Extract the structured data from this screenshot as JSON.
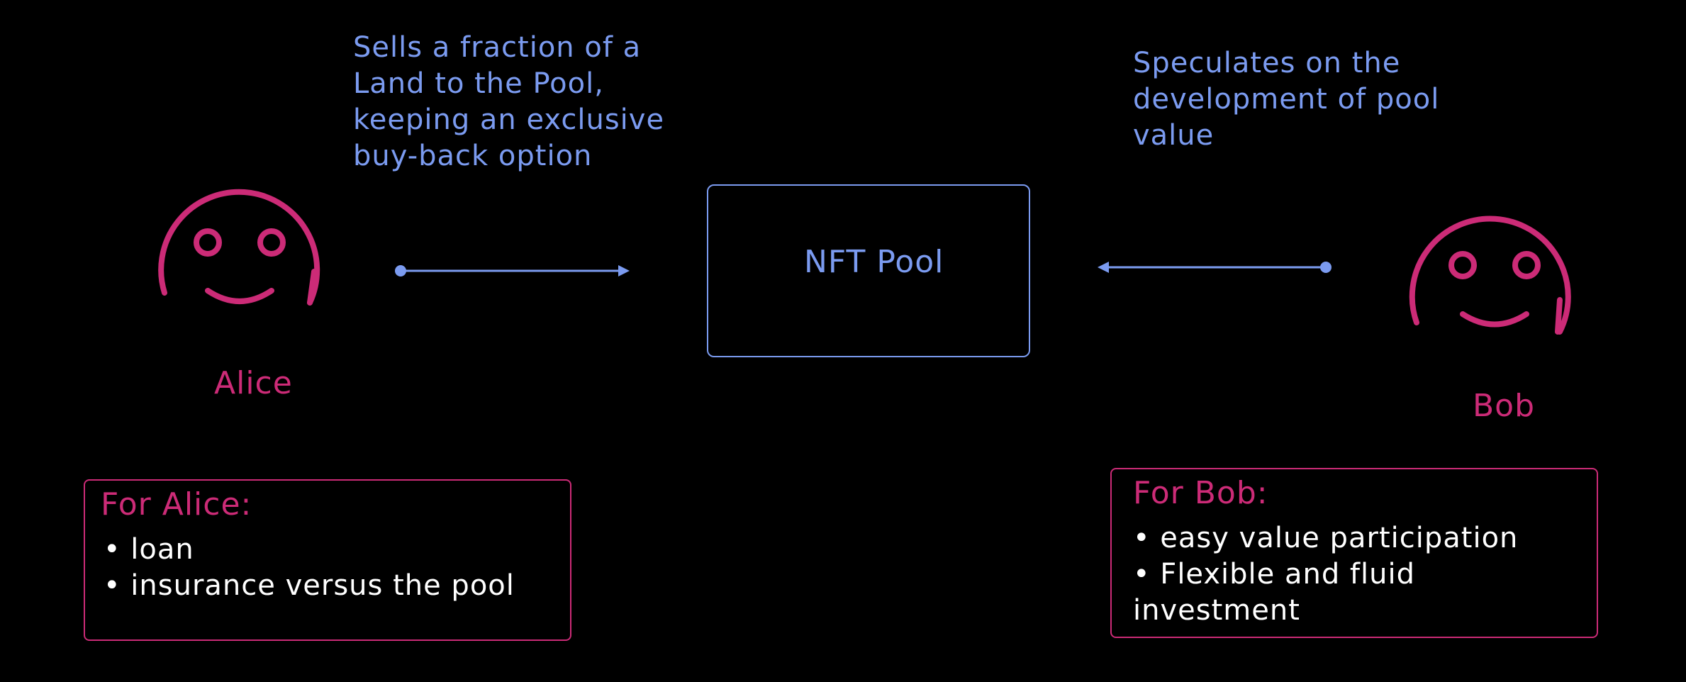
{
  "alice": {
    "name": "Alice",
    "description": [
      "Sells a fraction of a",
      "Land to the Pool,",
      "keeping an exclusive",
      "buy-back option"
    ],
    "benefits_title": "For Alice:",
    "benefits": [
      "• loan",
      "• insurance versus the pool"
    ]
  },
  "bob": {
    "name": "Bob",
    "description": [
      "Speculates on the",
      "development of pool",
      "value"
    ],
    "benefits_title": "For Bob:",
    "benefits": [
      "• easy value participation",
      "• Flexible and fluid",
      "investment"
    ]
  },
  "pool": {
    "label": "NFT Pool"
  },
  "colors": {
    "accent_blue": "#7b9bf0",
    "accent_pink": "#cc2b77",
    "background": "#000000",
    "text_white": "#ffffff"
  },
  "icons": [
    "smiley-face-icon",
    "arrow-right-icon",
    "arrow-left-icon"
  ]
}
